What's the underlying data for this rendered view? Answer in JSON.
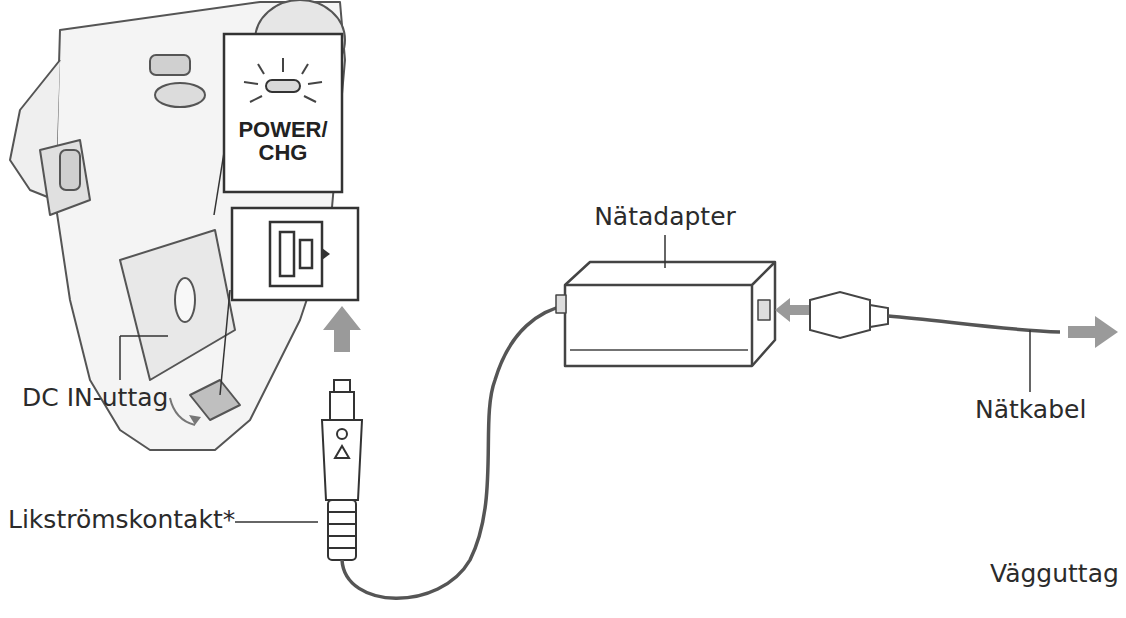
{
  "diagram": {
    "labels": [
      "POWER/ CHG",
      "DC IN-uttag",
      "Likströmskontakt*",
      "Nätadapter",
      "Nätkabel",
      "Vägguttag"
    ]
  }
}
